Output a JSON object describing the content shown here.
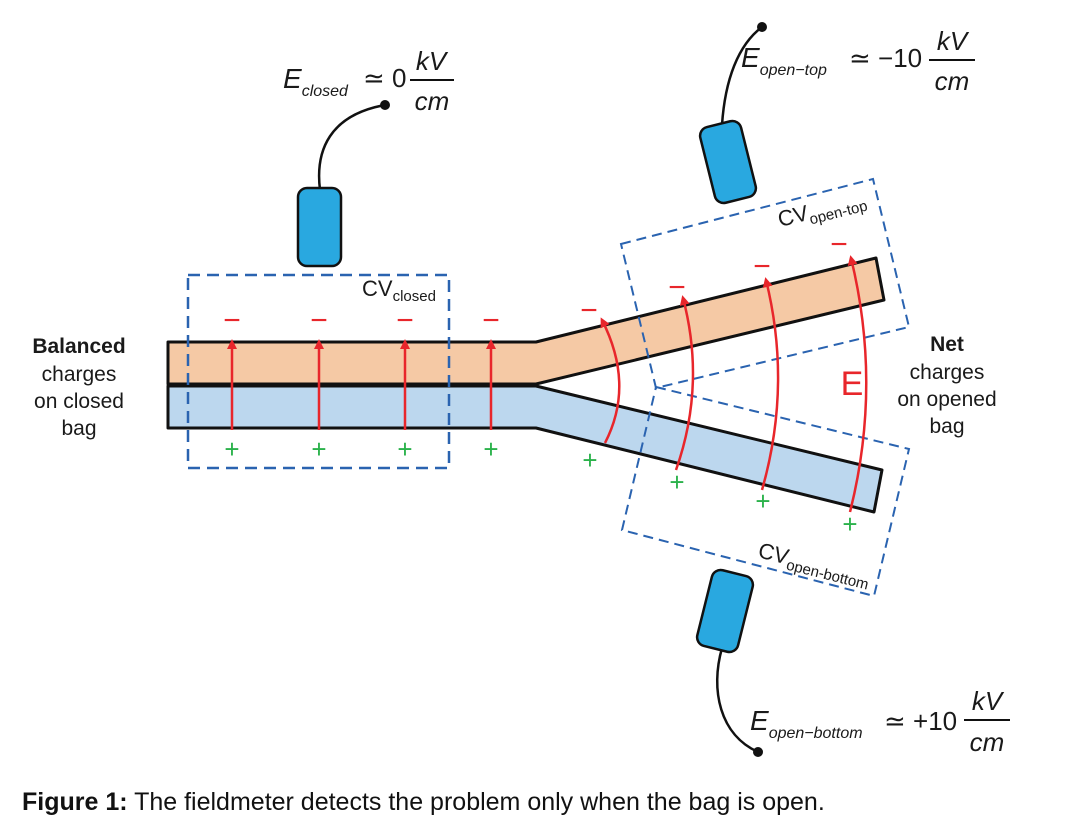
{
  "colors": {
    "top_layer": "#f5c9a5",
    "bottom_layer": "#bcd7ee",
    "sensor": "#29a8e0",
    "box_dash": "#2a63b0",
    "arrow": "#e8262b",
    "minus": "#e8262b",
    "plus": "#2bb24b"
  },
  "labels": {
    "left_bold": "Balanced",
    "left_lines": [
      "charges",
      "on closed",
      "bag"
    ],
    "right_bold": "Net",
    "right_lines": [
      "charges",
      "on opened",
      "bag"
    ],
    "field": "E"
  },
  "control_volumes": {
    "base": "CV",
    "closed_sub": "closed",
    "top_sub": "open-top",
    "bottom_sub": "open-bottom"
  },
  "fieldmeters": {
    "closed": {
      "E": "E",
      "sub": "closed",
      "relation": "≃ 0",
      "num": "kV",
      "den": "cm"
    },
    "top": {
      "E": "E",
      "sub": "open−top",
      "relation": "≃ −10",
      "num": "kV",
      "den": "cm"
    },
    "bottom": {
      "E": "E",
      "sub": "open−bottom",
      "relation": "≃ +10",
      "num": "kV",
      "den": "cm"
    }
  },
  "charges": {
    "minus": "−",
    "plus": "+"
  },
  "caption": {
    "label": "Figure 1:",
    "text": " The fieldmeter detects the problem only when the bag is open."
  }
}
